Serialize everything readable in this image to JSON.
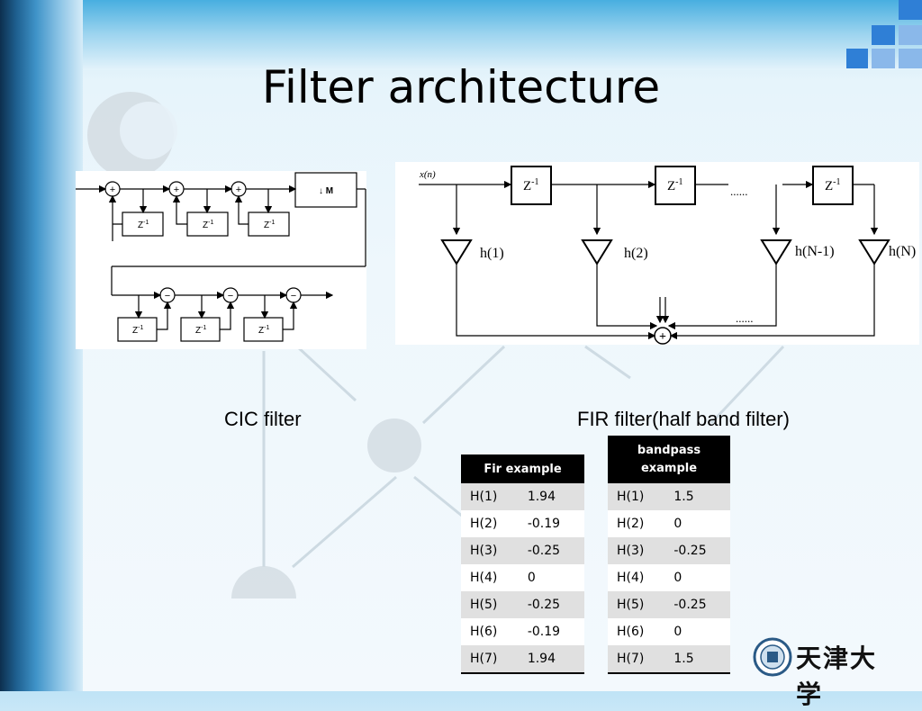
{
  "slide": {
    "title": "Filter architecture",
    "cic_caption": "CIC filter",
    "fir_caption": "FIR filter(half band filter)"
  },
  "cic_diagram": {
    "delay_label": "Z",
    "delay_exp": "-1",
    "downsample_label": "↓ M",
    "adder_sign": "+",
    "comb_sign": "−"
  },
  "fir_diagram": {
    "input_label": "x(n)",
    "delay_label": "Z",
    "delay_exp": "-1",
    "ellipsis": "......",
    "taps": [
      "h(1)",
      "h(2)",
      "h(N-1)",
      "h(N)"
    ],
    "sum_sign": "+"
  },
  "fir_table": {
    "header": "Fir example",
    "rows": [
      {
        "label": "H(1)",
        "value": "1.94"
      },
      {
        "label": "H(2)",
        "value": "-0.19"
      },
      {
        "label": "H(3)",
        "value": "-0.25"
      },
      {
        "label": "H(4)",
        "value": "0"
      },
      {
        "label": "H(5)",
        "value": "-0.25"
      },
      {
        "label": "H(6)",
        "value": "-0.19"
      },
      {
        "label": "H(7)",
        "value": "1.94"
      }
    ]
  },
  "bandpass_table": {
    "header_line1": "bandpass",
    "header_line2": "example",
    "rows": [
      {
        "label": "H(1)",
        "value": "1.5"
      },
      {
        "label": "H(2)",
        "value": "0"
      },
      {
        "label": "H(3)",
        "value": "-0.25"
      },
      {
        "label": "H(4)",
        "value": "0"
      },
      {
        "label": "H(5)",
        "value": "-0.25"
      },
      {
        "label": "H(6)",
        "value": "0"
      },
      {
        "label": "H(7)",
        "value": "1.5"
      }
    ]
  },
  "logo": {
    "text": "天津大学"
  },
  "colors": {
    "accent_blue": "#2f7fd6",
    "header_black": "#000000"
  }
}
